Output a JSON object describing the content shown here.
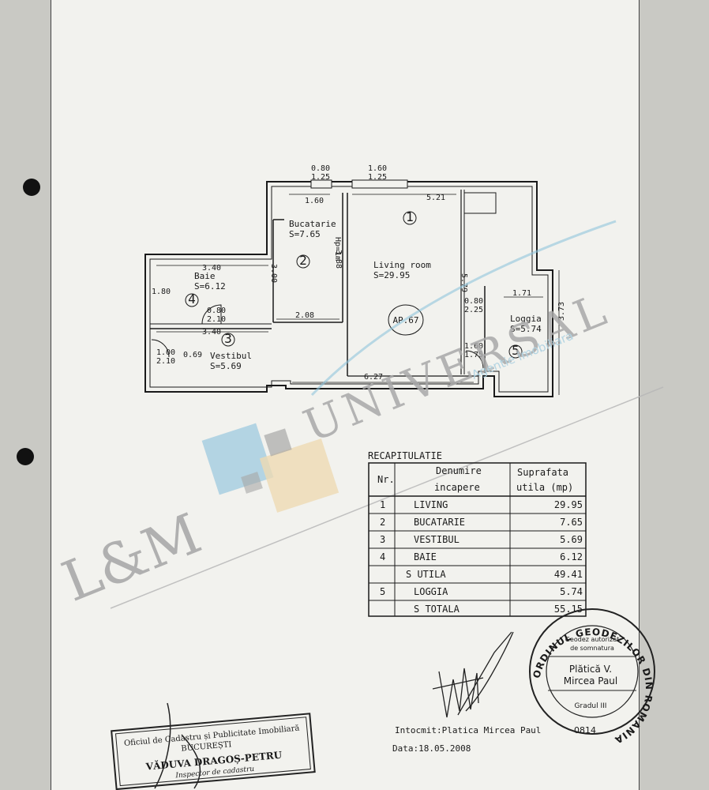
{
  "plan": {
    "rooms": [
      {
        "num": "1",
        "name": "Living room",
        "area": "S=29.95"
      },
      {
        "num": "2",
        "name": "Bucatarie",
        "area": "S=7.65"
      },
      {
        "num": "3",
        "name": "Vestibul",
        "area": "S=5.69"
      },
      {
        "num": "4",
        "name": "Baie",
        "area": "S=6.12"
      },
      {
        "num": "5",
        "name": "Loggia",
        "area": "S=5.74"
      }
    ],
    "apartment_label": "AP.67",
    "height_label": "Hp=1m",
    "window_top_left": {
      "top": "0.80",
      "bottom": "1.25"
    },
    "window_top_mid": {
      "top": "1.60",
      "bottom": "1.25"
    },
    "door_loggia_1": {
      "top": "0.80",
      "bottom": "2.25"
    },
    "door_loggia_2": {
      "top": "1.60",
      "bottom": "1.75"
    },
    "door_baie": {
      "top": "0.80",
      "bottom": "2.10"
    },
    "door_entrance": {
      "top": "1.00",
      "bottom": "2.10"
    },
    "dims": {
      "kitchen_width": "1.60",
      "living_width": "5.21",
      "kitchen_bottom": "2.08",
      "kitchen_side": "3.00",
      "kitchen_height": "3.88",
      "living_side": "5.79",
      "baie_width": "3.40",
      "baie_height": "1.80",
      "vestibul_width": "3.40",
      "entrance_side": "0.69",
      "living_bottom": "6.27",
      "loggia_width": "1.71",
      "loggia_height": "3.73"
    }
  },
  "recap": {
    "title": "RECAPITULATIE",
    "headers": {
      "nr": "Nr.",
      "name_line1": "Denumire",
      "name_line2": "incapere",
      "area_line1": "Suprafata",
      "area_line2": "utila (mp)"
    },
    "rows": [
      {
        "nr": "1",
        "name": "LIVING",
        "area": "29.95"
      },
      {
        "nr": "2",
        "name": "BUCATARIE",
        "area": "7.65"
      },
      {
        "nr": "3",
        "name": "VESTIBUL",
        "area": "5.69"
      },
      {
        "nr": "4",
        "name": "BAIE",
        "area": "6.12"
      },
      {
        "nr": "",
        "name": "S UTILA",
        "area": "49.41"
      },
      {
        "nr": "5",
        "name": "LOGGIA",
        "area": "5.74"
      },
      {
        "nr": "",
        "name": "S TOTALA",
        "area": "55.15"
      }
    ]
  },
  "footer": {
    "author": "Intocmit:Platica Mircea Paul",
    "date": "Data:18.05.2008"
  },
  "stamp_round": {
    "ring_text": "ORDINUL GEODEZILOR DIN ROMANIA",
    "line1": "Geodez autorizat",
    "line2": "de somnatura",
    "name1": "Plătică V.",
    "name2": "Mircea Paul",
    "grade": "Gradul III",
    "number": "0814"
  },
  "stamp_rect": {
    "line1": "Oficiul de Cadastru și Publicitate Imobiliară",
    "line2": "BUCUREȘTI",
    "line3": "VĂDUVA DRAGOȘ-PETRU",
    "line4": "Inspector de cadastru"
  },
  "watermark": {
    "brand": "L&M",
    "name": "UNIVERSAL",
    "tagline": "Agentie imobiliara",
    "colors": {
      "blue": "#8fc3dc",
      "tan": "#ecd6a8",
      "gray": "#9a9a9a"
    }
  }
}
